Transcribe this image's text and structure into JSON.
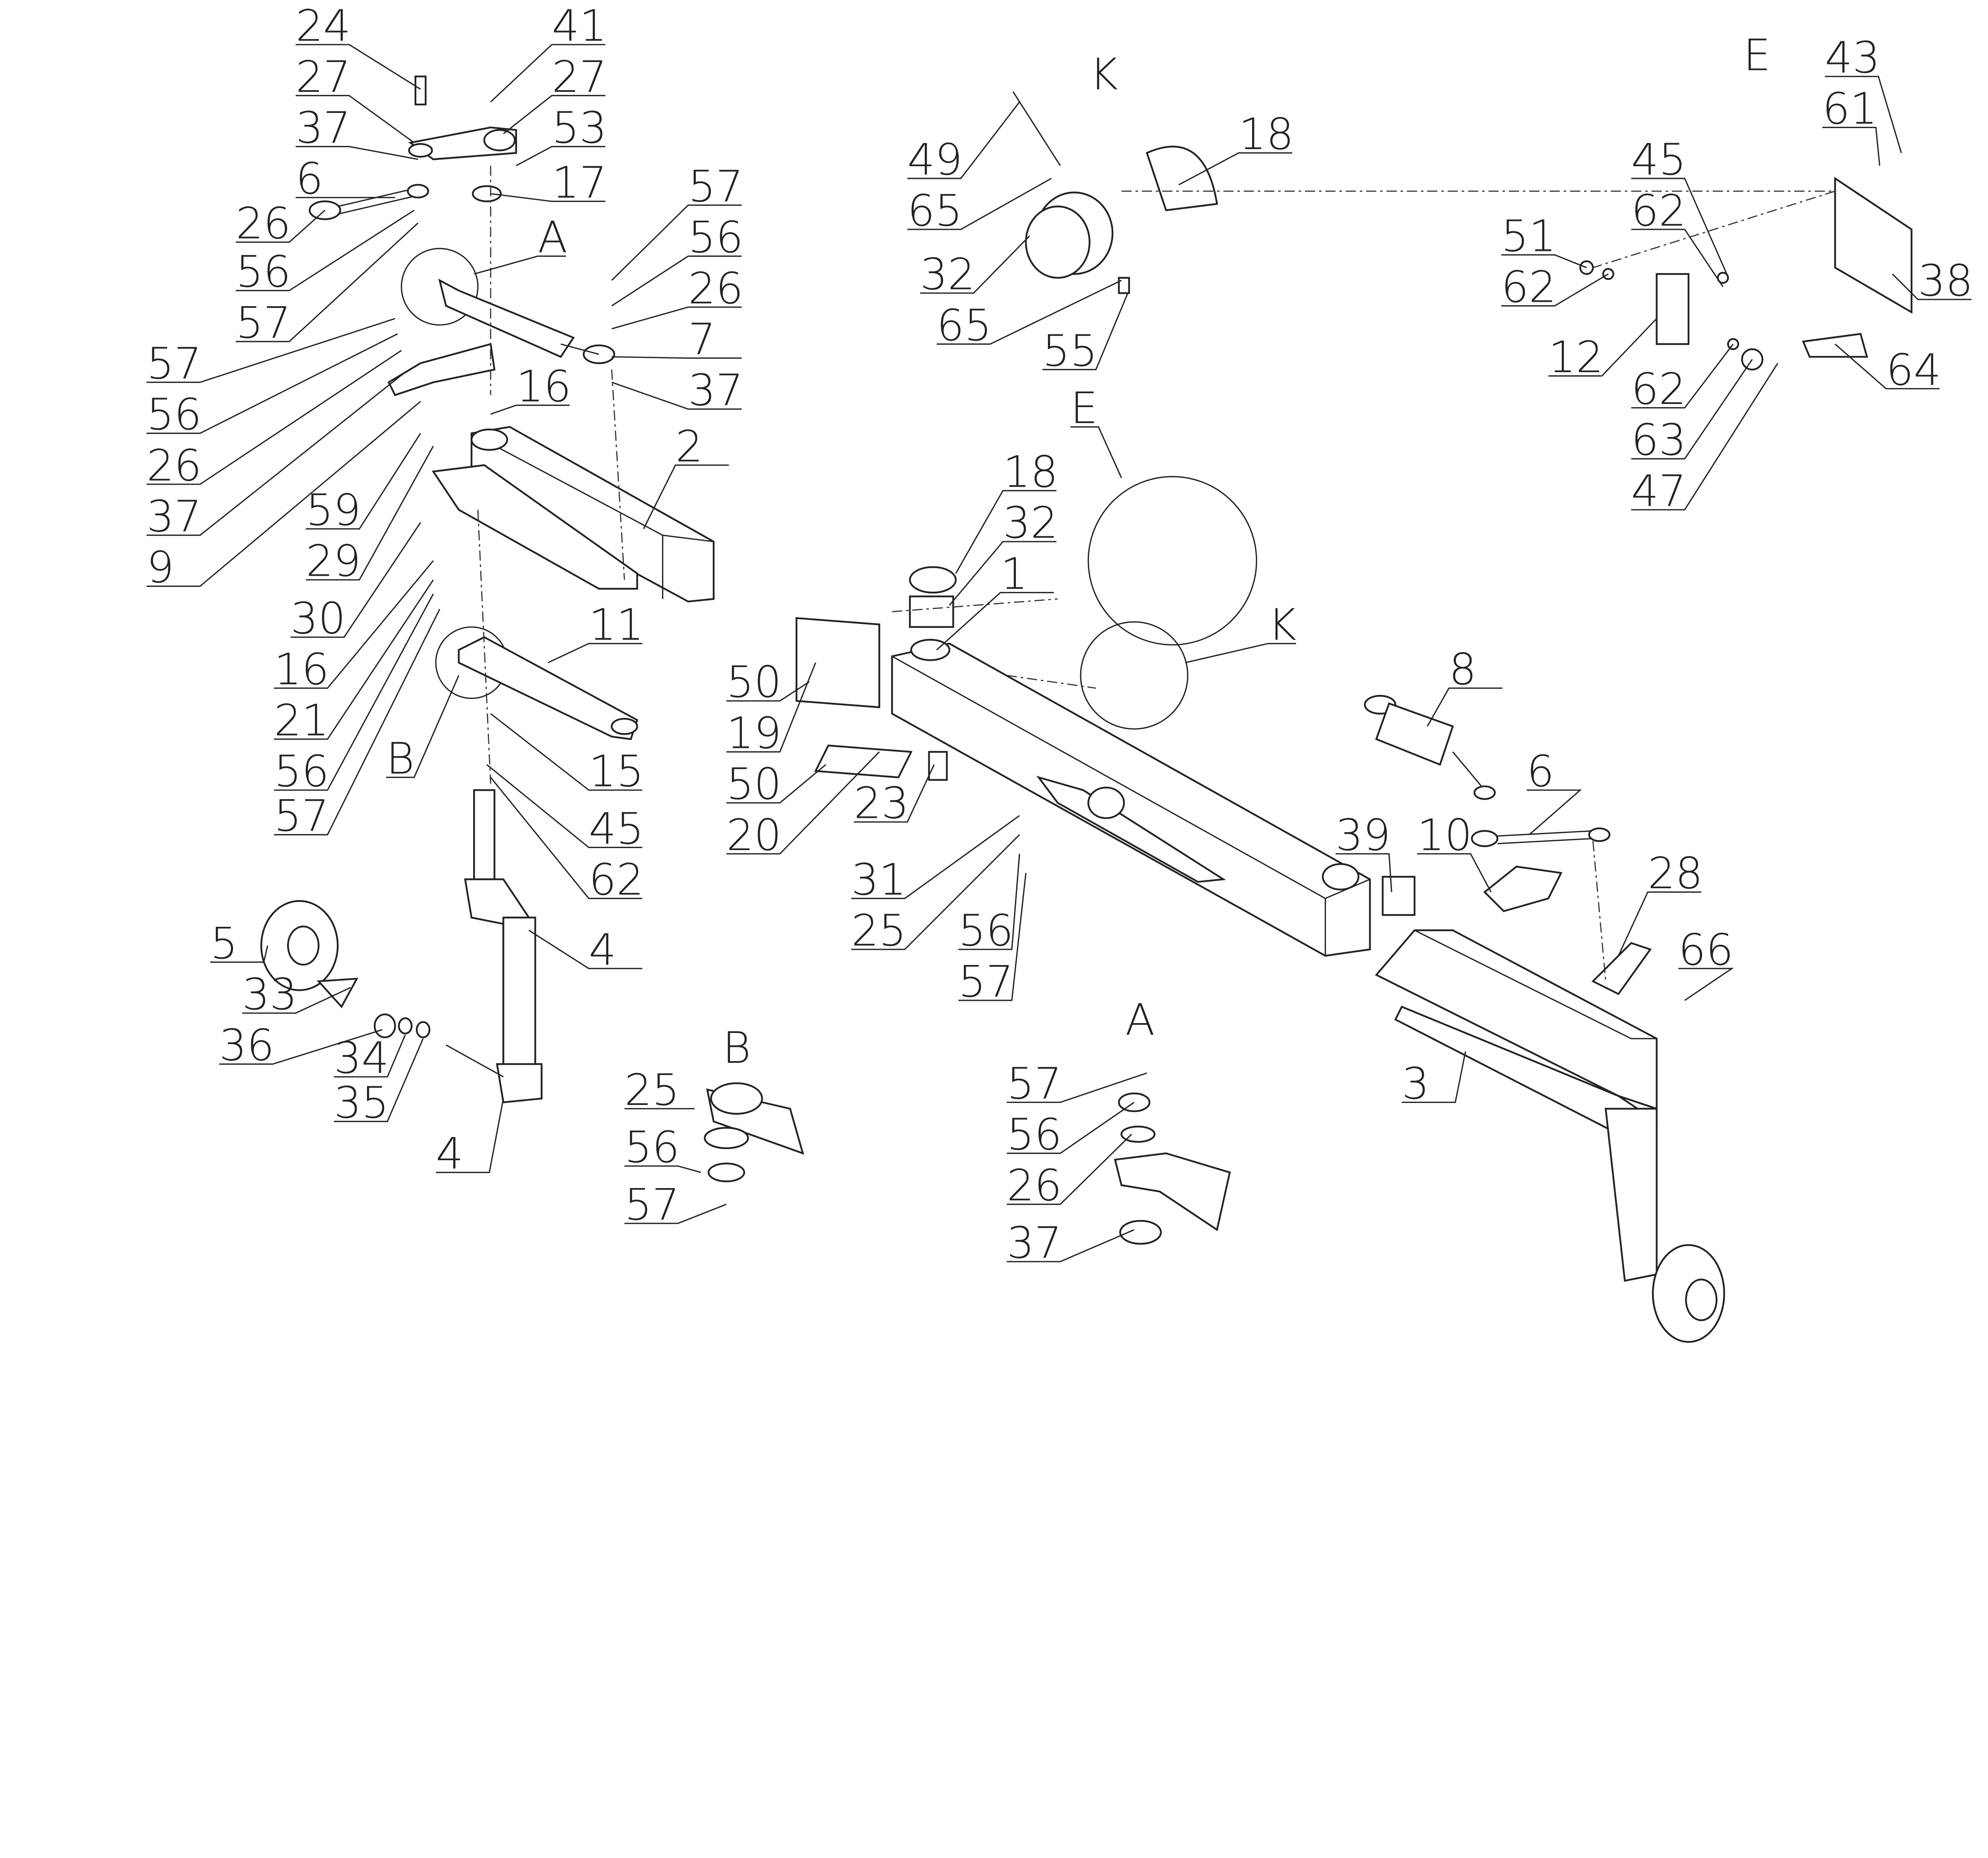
{
  "title": "Exploded parts diagram",
  "callouts": [
    "24",
    "41",
    "27",
    "27",
    "37",
    "53",
    "6",
    "17",
    "26",
    "56",
    "57",
    "A",
    "57",
    "56",
    "26",
    "7",
    "37",
    "57",
    "56",
    "26",
    "37",
    "9",
    "16",
    "59",
    "29",
    "30",
    "2",
    "16",
    "21",
    "56",
    "57",
    "11",
    "B",
    "15",
    "45",
    "62",
    "4",
    "5",
    "33",
    "36",
    "34",
    "35",
    "4",
    "B",
    "25",
    "56",
    "57",
    "K",
    "49",
    "18",
    "65",
    "32",
    "65",
    "55",
    "E",
    "18",
    "32",
    "1",
    "K",
    "50",
    "19",
    "50",
    "20",
    "23",
    "31",
    "25",
    "56",
    "57",
    "39",
    "8",
    "6",
    "10",
    "28",
    "66",
    "3",
    "A",
    "57",
    "56",
    "26",
    "37",
    "E",
    "43",
    "61",
    "45",
    "62",
    "51",
    "62",
    "38",
    "12",
    "64",
    "62",
    "63",
    "47"
  ]
}
